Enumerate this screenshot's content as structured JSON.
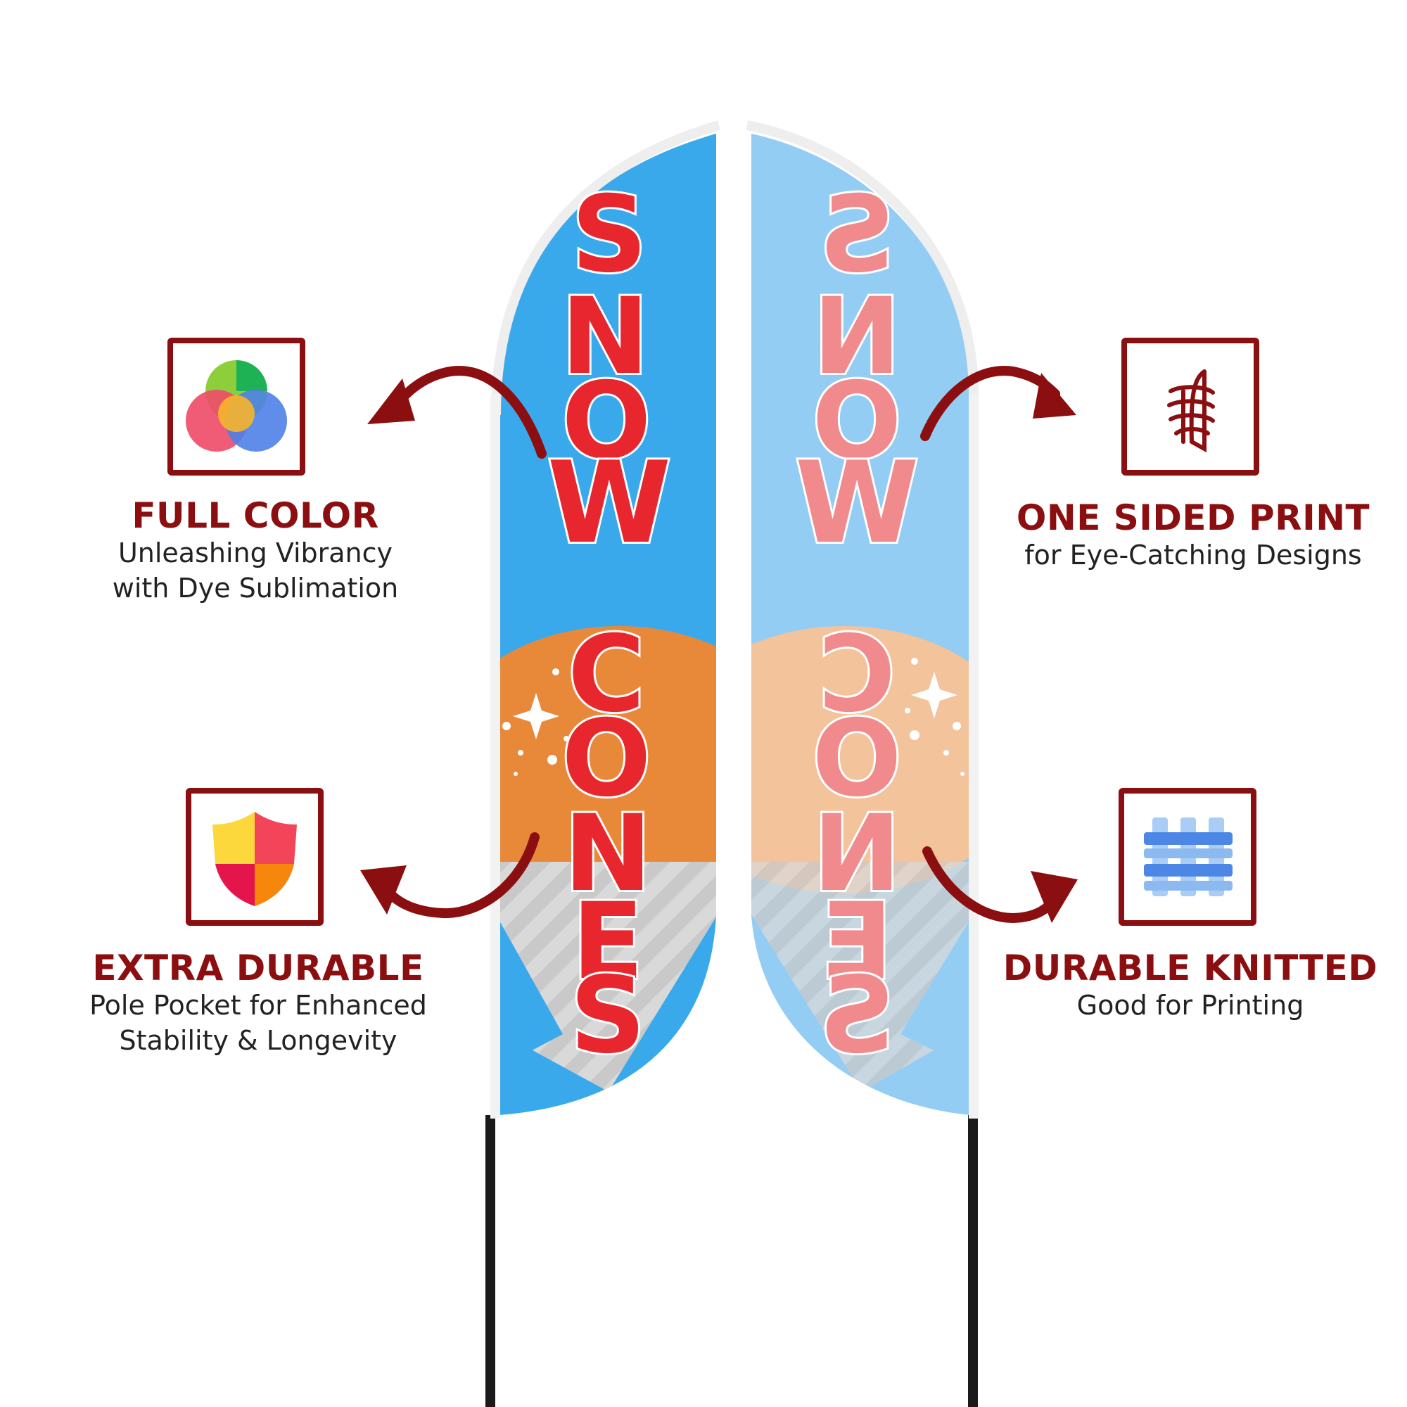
{
  "flags": {
    "left": {
      "word1_letters": [
        "S",
        "N",
        "O",
        "W"
      ],
      "word2_letters": [
        "C",
        "O",
        "N",
        "E",
        "S"
      ]
    },
    "right": {
      "word1_letters": [
        "S",
        "N",
        "O",
        "W"
      ],
      "word2_letters": [
        "C",
        "O",
        "N",
        "E",
        "S"
      ]
    }
  },
  "features": {
    "full_color": {
      "title": "FULL COLOR",
      "desc": "Unleashing Vibrancy\nwith Dye Sublimation",
      "icon": "color-wheel-icon"
    },
    "one_sided": {
      "title": "ONE SIDED PRINT",
      "desc": "for Eye-Catching Designs",
      "icon": "print-bleed-icon"
    },
    "extra_durable": {
      "title": "EXTRA DURABLE",
      "desc": "Pole Pocket for Enhanced\nStability & Longevity",
      "icon": "shield-icon"
    },
    "durable_knitted": {
      "title": "DURABLE KNITTED",
      "desc": "Good for Printing",
      "icon": "knit-fabric-icon"
    }
  },
  "colors": {
    "accent": "#8b0f10",
    "flag_left_blue": "#3aa9ec",
    "flag_right_blue": "#94cdf4",
    "left_text": "#e8262e",
    "right_text": "#f08a8d",
    "left_scoop": "#e8893a",
    "right_scoop": "#f3c39b"
  }
}
